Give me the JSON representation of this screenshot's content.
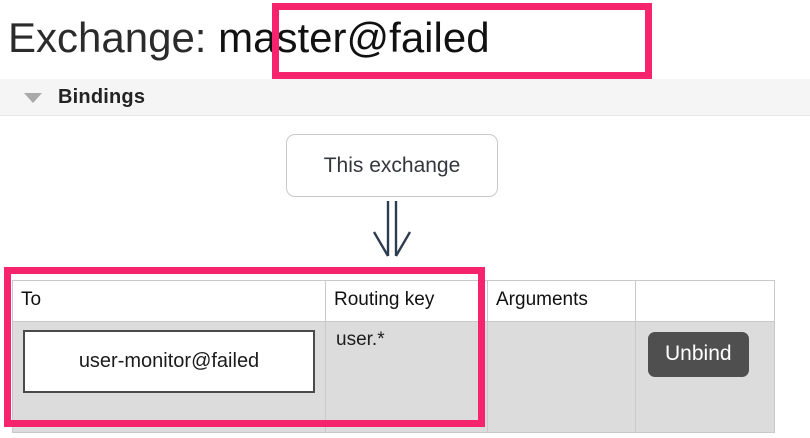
{
  "page": {
    "title_prefix": "Exchange:",
    "title_value": "master@failed"
  },
  "section": {
    "caret_icon": "triangle-down-icon",
    "label": "Bindings"
  },
  "diagram": {
    "source_node_label": "This exchange",
    "arrow_icon": "double-down-arrow-icon"
  },
  "table": {
    "headers": [
      "To",
      "Routing key",
      "Arguments",
      ""
    ],
    "rows": [
      {
        "to": "user-monitor@failed",
        "routing_key": "user.*",
        "arguments": "",
        "action_label": "Unbind"
      }
    ]
  },
  "annotations": {
    "highlight_color": "#f5246d",
    "title_highlight_target": "master@failed",
    "table_highlight_target": "To / Routing key columns"
  },
  "colors": {
    "unbind_button_bg": "#4f4f4f",
    "row_bg": "#dcdcdc",
    "section_bar_bg": "#f5f5f5",
    "arrow": "#2d3c4e"
  }
}
